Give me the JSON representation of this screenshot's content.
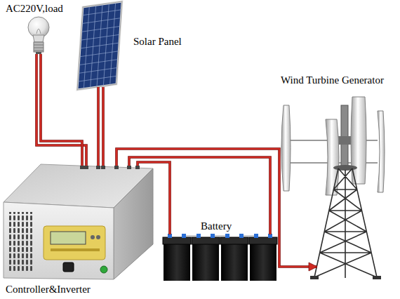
{
  "diagram": {
    "nodes": [
      {
        "text": [
          "AC220V,load"
        ]
      },
      {
        "text": [
          "Solar Panel"
        ]
      },
      {
        "text": [
          "Wind Turbine Generator"
        ]
      },
      {
        "text": [
          "Battery"
        ]
      },
      {
        "text": [
          "Controller&Inverter"
        ]
      }
    ],
    "edges": [
      {
        "from": 0,
        "to": 4,
        "arrow": "none"
      },
      {
        "from": 1,
        "to": 4,
        "arrow": "none"
      },
      {
        "from": 4,
        "to": 2,
        "arrow": "to"
      },
      {
        "from": 4,
        "to": 3,
        "arrow": "none"
      }
    ]
  }
}
